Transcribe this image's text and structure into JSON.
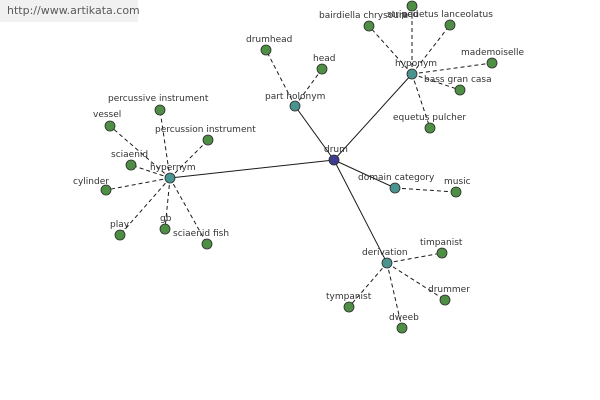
{
  "watermark": "http://www.artikata.com",
  "colors": {
    "root": "#3d3d8f",
    "relation": "#4a9490",
    "leaf": "#4f8f45"
  },
  "graph": {
    "root": {
      "id": "drum",
      "label": "drum"
    },
    "relations": [
      {
        "id": "hypernym",
        "label": "hypernym",
        "leaves": [
          "vessel",
          "percussive instrument",
          "percussion instrument",
          "sciaenid",
          "cylinder",
          "play",
          "gb",
          "sciaenid fish"
        ]
      },
      {
        "id": "part-holonym",
        "label": "part holonym",
        "leaves": [
          "drumhead",
          "head"
        ]
      },
      {
        "id": "hyponym",
        "label": "hyponym",
        "leaves": [
          "bairdiella chrysoura",
          "equetus lanceolatus",
          "mademoiselle",
          "bass gran casa",
          "equetus pulcher",
          "striped"
        ]
      },
      {
        "id": "domain-category",
        "label": "domain category",
        "leaves": [
          "music"
        ]
      },
      {
        "id": "derivation",
        "label": "derivation",
        "leaves": [
          "timpanist",
          "drummer",
          "dweeb",
          "tympanist"
        ]
      }
    ]
  }
}
